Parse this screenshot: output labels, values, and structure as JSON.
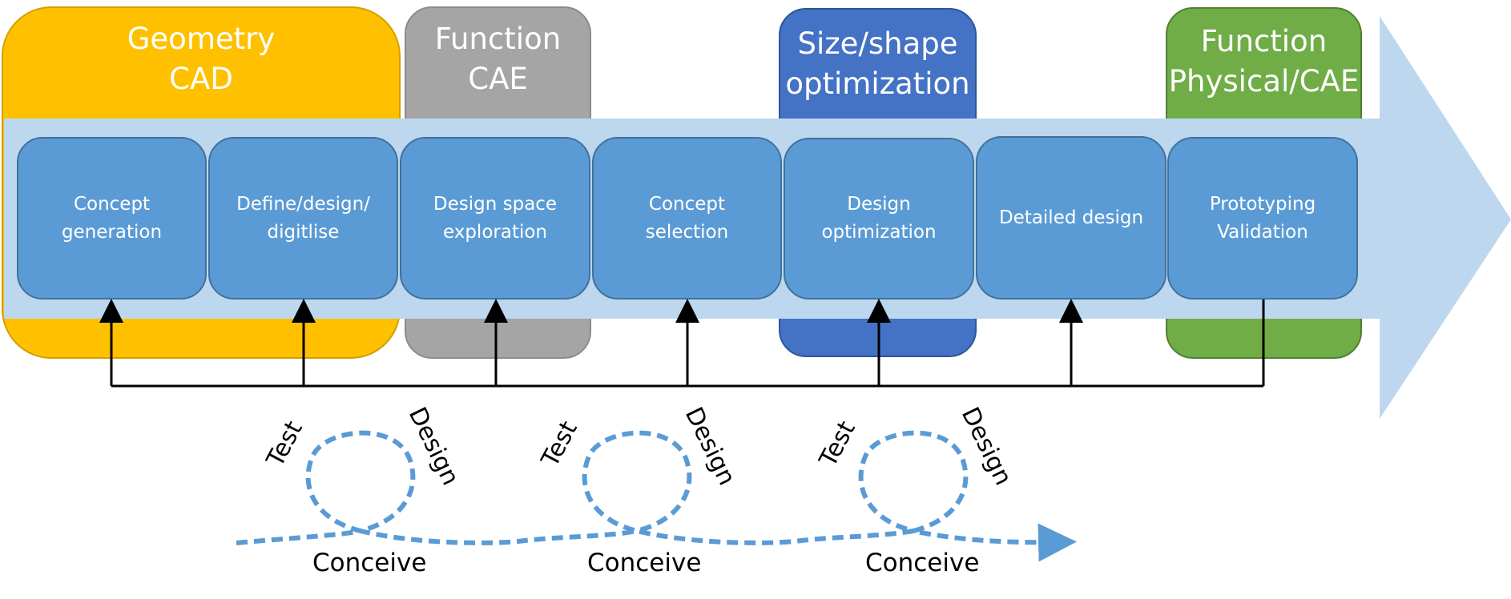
{
  "colors": {
    "geometry": "#ffc000",
    "function_cae": "#a5a5a5",
    "size_shape": "#4472c4",
    "function_physical": "#70ad47",
    "arrow": "#bdd7ee",
    "step_fill": "#5b9bd5",
    "step_border": "#41719c",
    "loop": "#5b9bd5"
  },
  "panels": {
    "geometry": {
      "line1": "Geometry",
      "line2": "CAD"
    },
    "function_cae": {
      "line1": "Function",
      "line2": "CAE"
    },
    "size_shape": {
      "line1": "Size/shape",
      "line2": "optimization"
    },
    "function_physical": {
      "line1": "Function",
      "line2": "Physical/CAE"
    }
  },
  "steps": [
    {
      "line1": "Concept",
      "line2": "generation"
    },
    {
      "line1": "Define/design/",
      "line2": "digitlise"
    },
    {
      "line1": "Design space",
      "line2": "exploration"
    },
    {
      "line1": "Concept",
      "line2": "selection"
    },
    {
      "line1": "Design",
      "line2": "optimization"
    },
    {
      "line1": "Detailed design",
      "line2": ""
    },
    {
      "line1": "Prototyping",
      "line2": "Validation"
    }
  ],
  "loops": [
    {
      "test": "Test",
      "design": "Design",
      "conceive": "Conceive"
    },
    {
      "test": "Test",
      "design": "Design",
      "conceive": "Conceive"
    },
    {
      "test": "Test",
      "design": "Design",
      "conceive": "Conceive"
    }
  ]
}
